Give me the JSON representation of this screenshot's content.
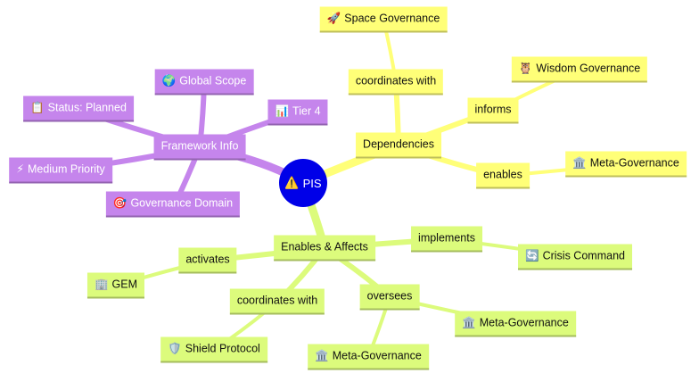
{
  "root": {
    "icon": "⚠️",
    "label": "PIS"
  },
  "framework": {
    "label": "Framework Info",
    "status": {
      "icon": "📋",
      "label": "Status: Planned"
    },
    "scope": {
      "icon": "🌍",
      "label": "Global Scope"
    },
    "tier": {
      "icon": "📊",
      "label": "Tier 4"
    },
    "priority": {
      "icon": "⚡",
      "label": "Medium Priority"
    },
    "domain": {
      "icon": "🎯",
      "label": "Governance Domain"
    }
  },
  "dependencies": {
    "label": "Dependencies",
    "coordinates_label": "coordinates with",
    "space": {
      "icon": "🚀",
      "label": "Space Governance"
    },
    "informs_label": "informs",
    "wisdom": {
      "icon": "🦉",
      "label": "Wisdom Governance"
    },
    "enables_label": "enables",
    "meta": {
      "icon": "🏛️",
      "label": "Meta-Governance"
    }
  },
  "enables_affects": {
    "label": "Enables & Affects",
    "implements_label": "implements",
    "crisis": {
      "icon": "🔄",
      "label": "Crisis Command"
    },
    "activates_label": "activates",
    "gem": {
      "icon": "🏢",
      "label": "GEM"
    },
    "coordinates_label": "coordinates with",
    "shield": {
      "icon": "🛡️",
      "label": "Shield Protocol"
    },
    "oversees_label": "oversees",
    "meta_right": {
      "icon": "🏛️",
      "label": "Meta-Governance"
    },
    "meta_bottom": {
      "icon": "🏛️",
      "label": "Meta-Governance"
    }
  },
  "colors": {
    "root": "#0000e8",
    "framework_branch": "#c585ec",
    "dependencies_branch": "#ffff78",
    "enables_branch": "#dcfb7c"
  }
}
